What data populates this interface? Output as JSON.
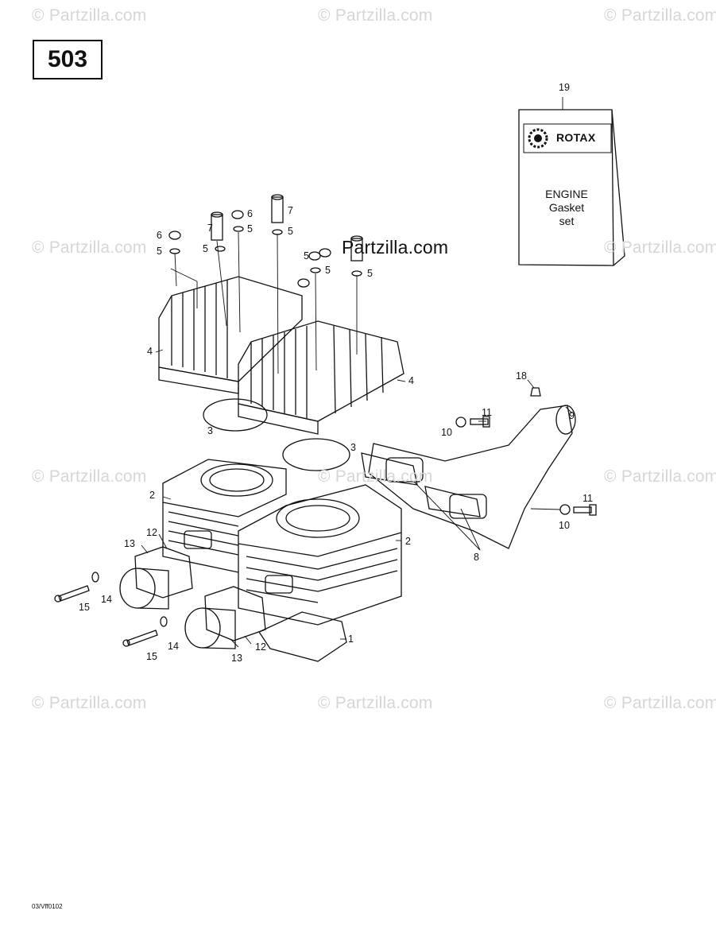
{
  "diagram": {
    "page_number": "503",
    "reference_code": "03/Vff0102",
    "watermark": "© Partzilla.com",
    "center_watermark": "Partzilla.com",
    "gasket_kit": {
      "brand": "ROTAX",
      "line1": "ENGINE",
      "line2": "Gasket",
      "line3": "set"
    },
    "callouts": {
      "c1": "1",
      "c2a": "2",
      "c2b": "2",
      "c3a": "3",
      "c3b": "3",
      "c4a": "4",
      "c4b": "4",
      "c5a": "5",
      "c5b": "5",
      "c5c": "5",
      "c5d": "5",
      "c5e": "5",
      "c5f": "5",
      "c5g": "5",
      "c6a": "6",
      "c6b": "6",
      "c7a": "7",
      "c7b": "7",
      "c8": "8",
      "c9": "9",
      "c10a": "10",
      "c10b": "10",
      "c11a": "11",
      "c11b": "11",
      "c12a": "12",
      "c12b": "12",
      "c13a": "13",
      "c13b": "13",
      "c14a": "14",
      "c14b": "14",
      "c15a": "15",
      "c15b": "15",
      "c18": "18",
      "c19": "19"
    }
  }
}
